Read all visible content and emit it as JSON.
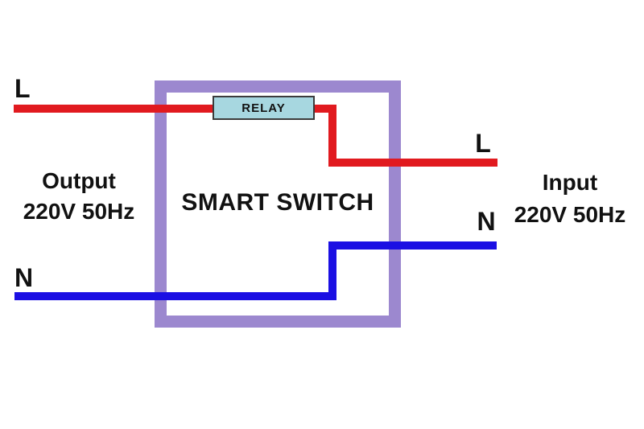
{
  "diagram_title": "SMART SWITCH",
  "colors": {
    "wire_live": "#e11a1f",
    "wire_neutral": "#1b0fe3",
    "box_border": "#9c88cf",
    "relay_fill": "#a7d7e0",
    "relay_border": "#3b3b3b",
    "text": "#111111",
    "bg": "#ffffff"
  },
  "box": {
    "label": "SMART SWITCH"
  },
  "relay": {
    "label": "RELAY"
  },
  "left_side": {
    "live_terminal": "L",
    "neutral_terminal": "N",
    "caption_line1": "Output",
    "caption_line2": "220V 50Hz"
  },
  "right_side": {
    "live_terminal": "L",
    "neutral_terminal": "N",
    "caption_line1": "Input",
    "caption_line2": "220V 50Hz"
  },
  "wires": {
    "live_color_name": "red",
    "neutral_color_name": "blue",
    "live_path": "left L terminal through RELAY, down, out right L terminal",
    "neutral_path": "left N terminal straight, up inside box, out right N terminal"
  }
}
